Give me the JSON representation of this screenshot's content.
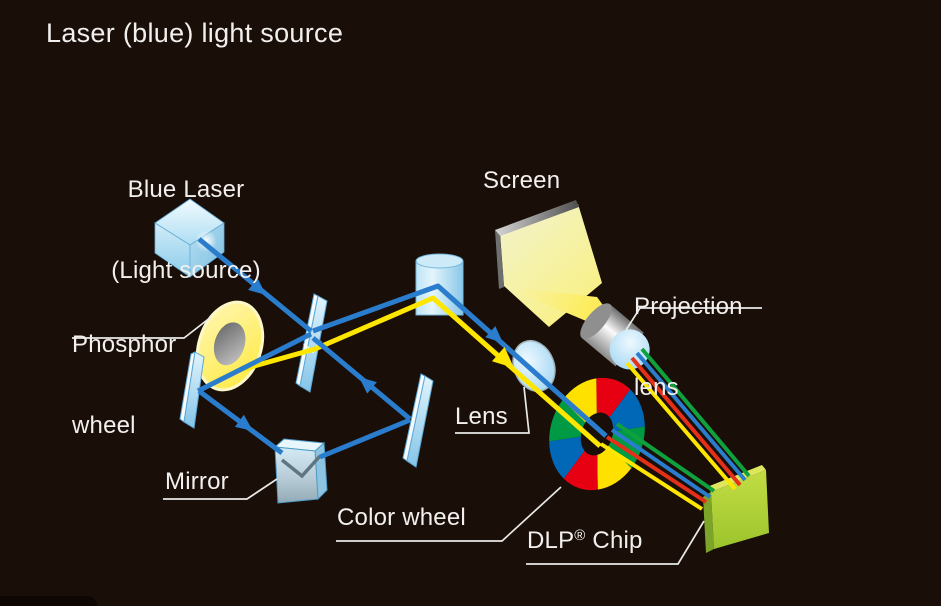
{
  "title": "Laser (blue) light source",
  "labels": {
    "blue_laser_line1": "Blue Laser",
    "blue_laser_line2": "(Light source)",
    "phosphor_line1": "Phosphor",
    "phosphor_line2": "wheel",
    "mirror": "Mirror",
    "screen": "Screen",
    "projection_line1": "Projection",
    "projection_line2": "lens",
    "lens": "Lens",
    "color_wheel": "Color wheel",
    "dlp_pre": "DLP",
    "dlp_reg": "®",
    "dlp_post": " Chip"
  },
  "colors": {
    "background": "#1a0e08",
    "text_primary": "#f2f0ee",
    "leader_line": "#e9e9e7",
    "beam_blue": "#2a7ccc",
    "beam_yellow": "#ffe600",
    "beam_red": "#e53019",
    "beam_green": "#0fa23c",
    "wheel_red": "#e60012",
    "wheel_blue": "#0068b7",
    "wheel_green": "#009944",
    "wheel_yellow": "#ffe100",
    "screen_glow": "#ffe71c",
    "chip_green": "#a8cc30"
  }
}
